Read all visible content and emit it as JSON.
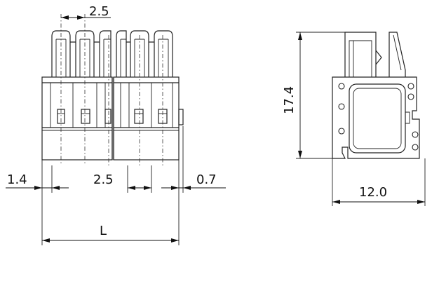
{
  "drawing": {
    "front_view": {
      "dim_top_pitch": "2.5",
      "dim_left_offset": "1.4",
      "dim_bottom_pitch": "2.5",
      "dim_right_offset": "0.7",
      "dim_total_length": "L"
    },
    "side_view": {
      "dim_height": "17.4",
      "dim_width": "12.0"
    }
  }
}
